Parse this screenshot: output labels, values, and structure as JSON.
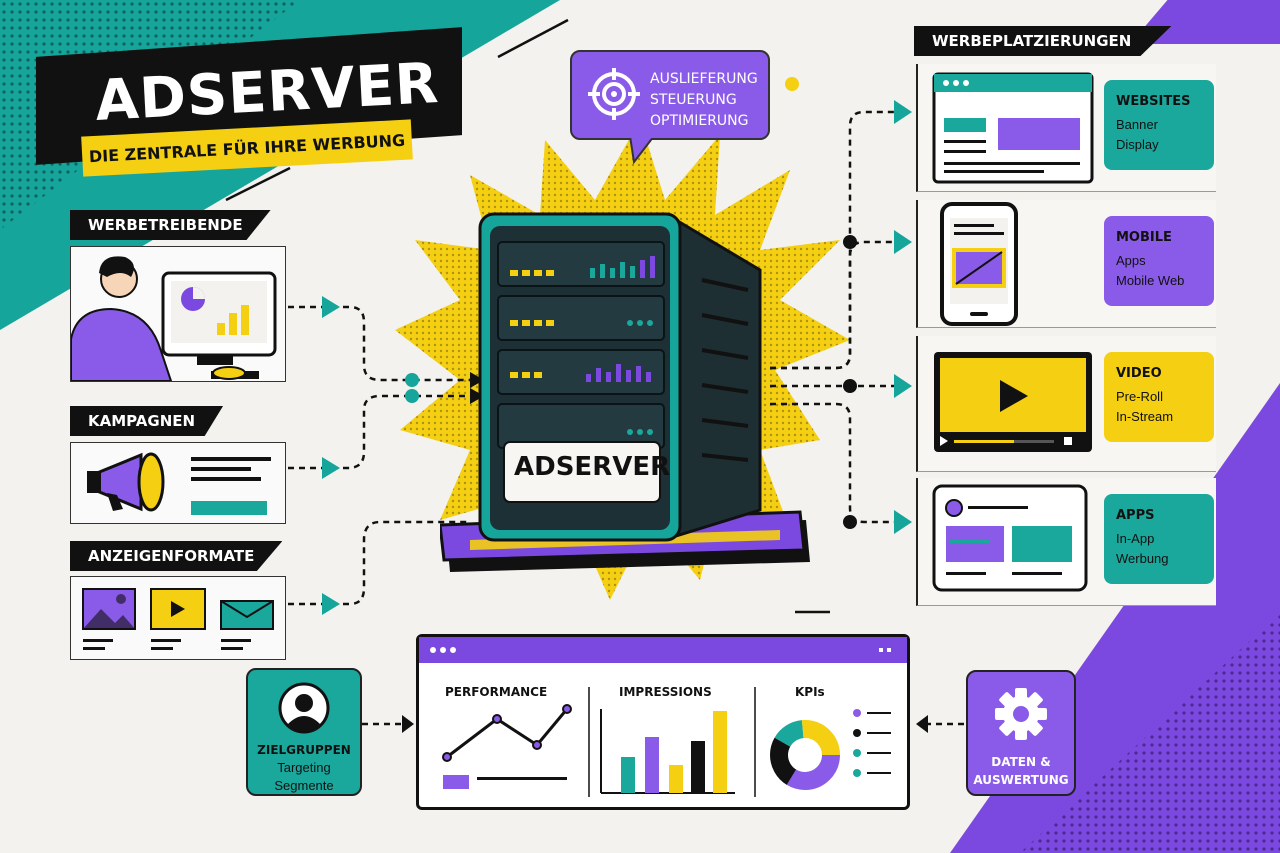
{
  "title": "ADSERVER",
  "subtitle": "DIE ZENTRALE FÜR IHRE WERBUNG",
  "bubble": {
    "lines": [
      "AUSLIEFERUNG",
      "STEUERUNG",
      "OPTIMIERUNG"
    ]
  },
  "inputs": [
    {
      "label": "WERBETREIBENDE"
    },
    {
      "label": "KAMPAGNEN"
    },
    {
      "label": "ANZEIGENFORMATE"
    }
  ],
  "server_label": "ADSERVER",
  "placements_label": "WERBEPLATZIERUNGEN",
  "placements": [
    {
      "title": "WEBSITES",
      "line1": "Banner",
      "line2": "Display",
      "color": "#1aa89c"
    },
    {
      "title": "MOBILE",
      "line1": "Apps",
      "line2": "Mobile Web",
      "color": "#8a5be8"
    },
    {
      "title": "VIDEO",
      "line1": "Pre-Roll",
      "line2": "In-Stream",
      "color": "#f5cf12"
    },
    {
      "title": "APPS",
      "line1": "In-App",
      "line2": "Werbung",
      "color": "#1aa89c"
    }
  ],
  "targeting": {
    "title": "ZIELGRUPPEN",
    "line1": "Targeting",
    "line2": "Segmente"
  },
  "dashboard": {
    "performance": "PERFORMANCE",
    "impressions": "IMPRESSIONS",
    "kpis": "KPIs"
  },
  "data_box": {
    "line1": "DATEN &",
    "line2": "AUSWERTUNG"
  },
  "colors": {
    "teal": "#16a59a",
    "purple": "#7b49e0",
    "yellow": "#f5cf12",
    "dark": "#111111"
  }
}
